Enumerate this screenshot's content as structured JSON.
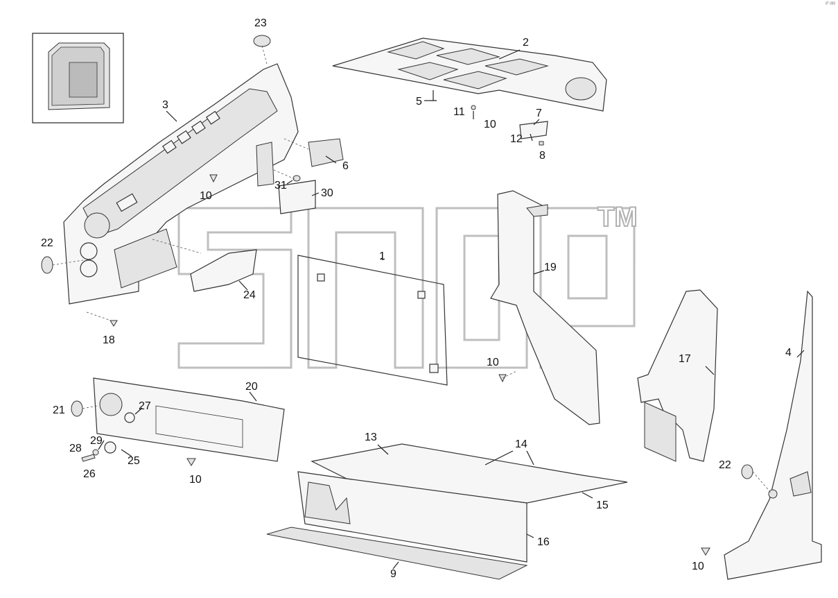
{
  "corner_mark": "ᵍᶠ ᵍᵍᵍ",
  "watermark": {
    "trademark": "TM"
  },
  "callouts": [
    {
      "label": "1"
    },
    {
      "label": "2"
    },
    {
      "label": "3"
    },
    {
      "label": "4"
    },
    {
      "label": "5"
    },
    {
      "label": "6"
    },
    {
      "label": "7"
    },
    {
      "label": "8"
    },
    {
      "label": "9"
    },
    {
      "label": "10"
    },
    {
      "label": "10"
    },
    {
      "label": "10"
    },
    {
      "label": "10"
    },
    {
      "label": "10"
    },
    {
      "label": "11"
    },
    {
      "label": "12"
    },
    {
      "label": "13"
    },
    {
      "label": "14"
    },
    {
      "label": "15"
    },
    {
      "label": "16"
    },
    {
      "label": "17"
    },
    {
      "label": "18"
    },
    {
      "label": "19"
    },
    {
      "label": "20"
    },
    {
      "label": "21"
    },
    {
      "label": "22"
    },
    {
      "label": "22"
    },
    {
      "label": "23"
    },
    {
      "label": "24"
    },
    {
      "label": "25"
    },
    {
      "label": "26"
    },
    {
      "label": "27"
    },
    {
      "label": "28"
    },
    {
      "label": "29"
    },
    {
      "label": "30"
    },
    {
      "label": "31"
    }
  ]
}
